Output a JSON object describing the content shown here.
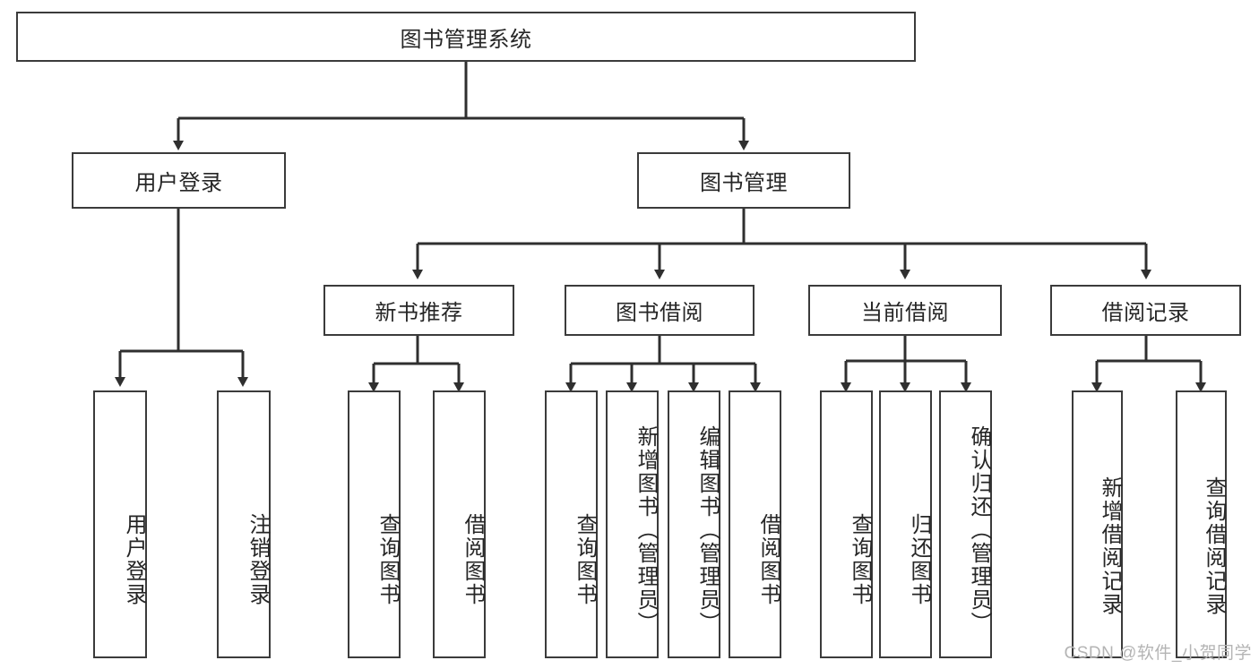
{
  "diagram": {
    "title": "图书管理系统",
    "type": "hierarchy-tree",
    "root": {
      "label": "图书管理系统"
    },
    "level2": [
      {
        "label": "用户登录"
      },
      {
        "label": "图书管理"
      }
    ],
    "level3": [
      {
        "label": "新书推荐"
      },
      {
        "label": "图书借阅"
      },
      {
        "label": "当前借阅"
      },
      {
        "label": "借阅记录"
      }
    ],
    "leaves": {
      "user_login": [
        {
          "label": "用户登录"
        },
        {
          "label": "注销登录"
        }
      ],
      "new_book_recommend": [
        {
          "label": "查询图书"
        },
        {
          "label": "借阅图书"
        }
      ],
      "book_borrow": [
        {
          "label": "查询图书"
        },
        {
          "label": "新增图书（管理员）"
        },
        {
          "label": "编辑图书（管理员）"
        },
        {
          "label": "借阅图书"
        }
      ],
      "current_borrow": [
        {
          "label": "查询图书"
        },
        {
          "label": "归还图书"
        },
        {
          "label": "确认归还（管理员）"
        }
      ],
      "borrow_record": [
        {
          "label": "新增借阅记录"
        },
        {
          "label": "查询借阅记录"
        }
      ]
    }
  },
  "watermark": {
    "text": "CSDN @软件_小贺同学"
  },
  "colors": {
    "border": "#3b3b3b",
    "text": "#262626",
    "background": "#ffffff",
    "watermark": "#b4b4b4"
  }
}
